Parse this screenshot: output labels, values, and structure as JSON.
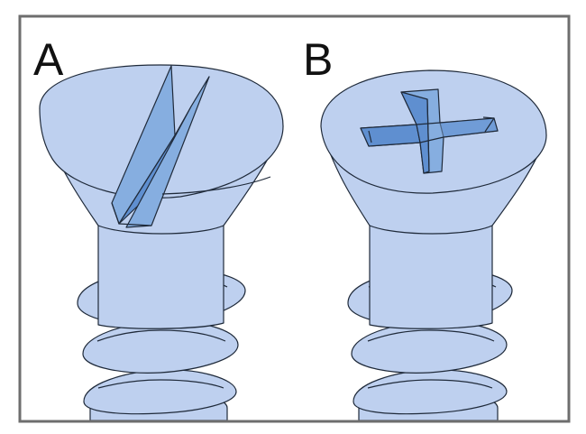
{
  "labels": {
    "a": "A",
    "b": "B"
  },
  "colors": {
    "frame": "#6e6e6e",
    "screw_fill": "#bed0ef",
    "slot_fill": "#86aee0",
    "slot_dark": "#5f8fd0",
    "outline": "#1f2a3a"
  },
  "figures": [
    {
      "id": "a",
      "drive": "slotted"
    },
    {
      "id": "b",
      "drive": "phillips"
    }
  ]
}
